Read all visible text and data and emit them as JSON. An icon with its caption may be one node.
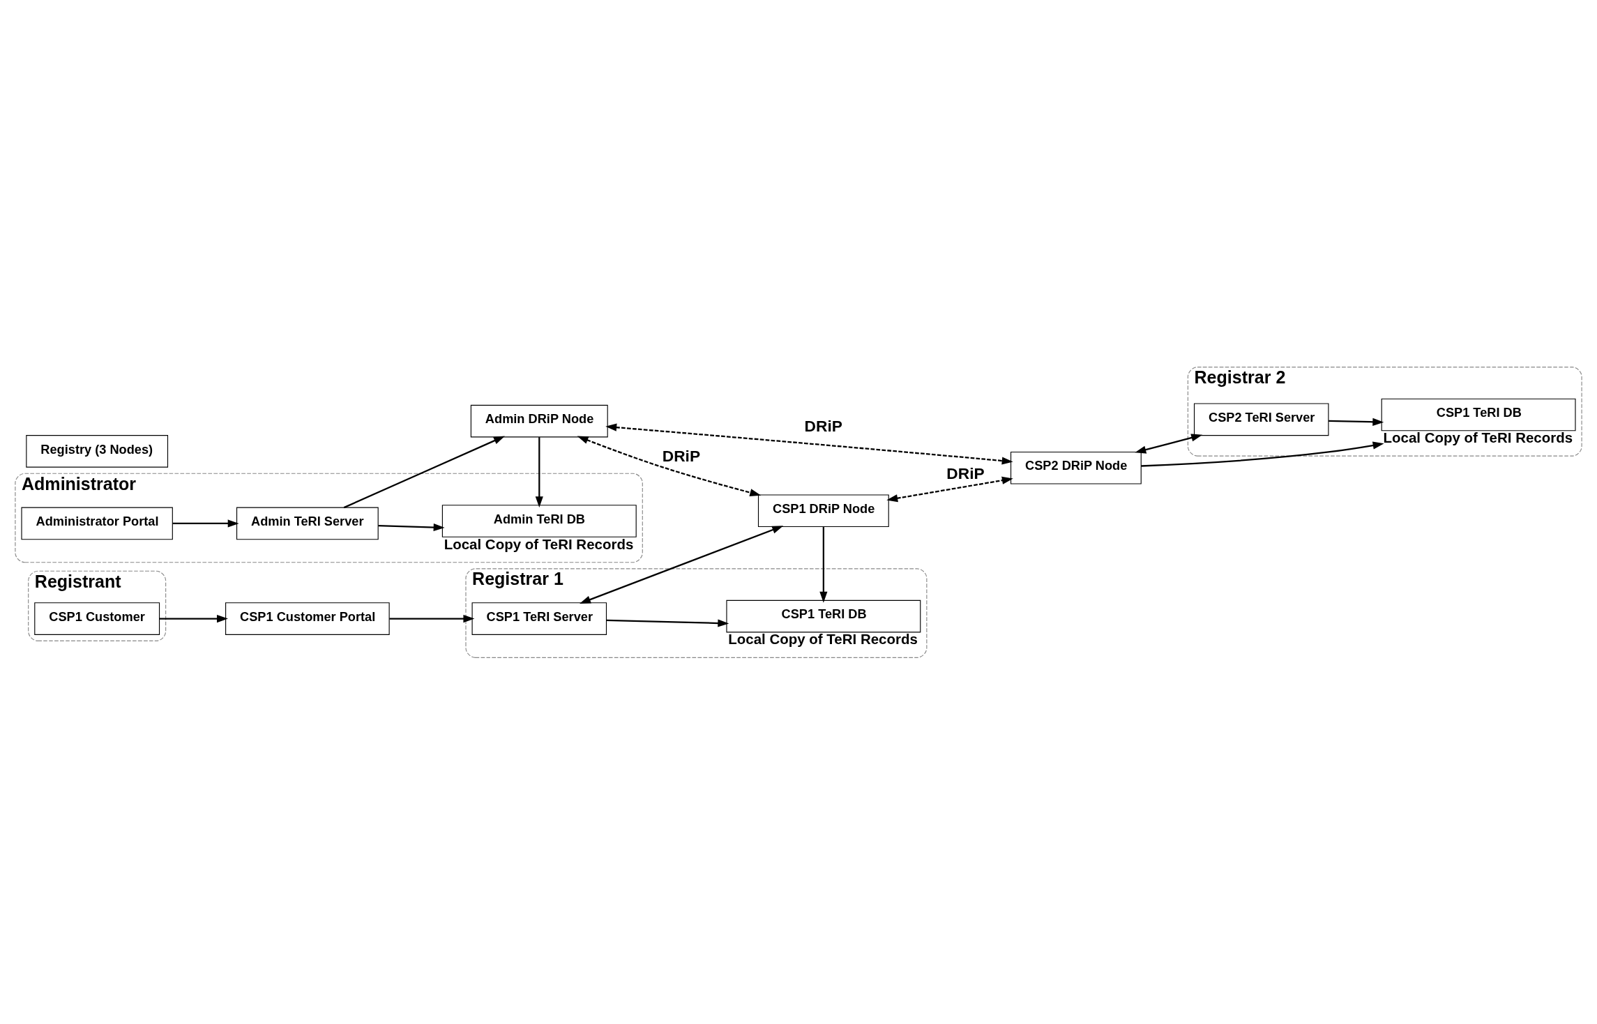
{
  "diagram": {
    "nodes": [
      {
        "text": [
          "Administrator"
        ]
      },
      {
        "text": [
          "Administrator Portal"
        ],
        "in": 0
      },
      {
        "text": [
          "Admin TeRI DB"
        ],
        "in": 0,
        "beside": [
          "Local Copy of TeRI Records"
        ]
      },
      {
        "text": [
          "Admin TeRI Server"
        ],
        "in": 0
      },
      {
        "text": [
          "Registry (3 Nodes)"
        ]
      },
      {
        "text": [
          "Admin DRiP Node"
        ]
      },
      {
        "text": [
          "Registrant"
        ]
      },
      {
        "text": [
          "CSP1 Customer"
        ],
        "in": 6
      },
      {
        "text": [
          "CSP1 Customer Portal"
        ]
      },
      {
        "text": [
          "Registrar 1"
        ]
      },
      {
        "text": [
          "CSP1 TeRI Server"
        ],
        "in": 9
      },
      {
        "text": [
          "CSP1 DRiP Node"
        ]
      },
      {
        "text": [
          "CSP1 TeRI DB"
        ],
        "in": 9,
        "beside": [
          "Local Copy of TeRI Records"
        ]
      },
      {
        "text": [
          "Registrar 2"
        ]
      },
      {
        "text": [
          "CSP2 DRiP Node"
        ]
      },
      {
        "text": [
          "CSP2 TeRI Server"
        ],
        "in": 13
      },
      {
        "text": [
          "CSP1 TeRI DB"
        ],
        "in": 13,
        "beside": [
          "Local Copy of TeRI Records"
        ]
      }
    ],
    "edges": [
      {
        "from": 1,
        "to": 3,
        "arrow": "to"
      },
      {
        "from": 3,
        "to": 2,
        "arrow": "to"
      },
      {
        "from": 3,
        "to": 5,
        "arrow": "to"
      },
      {
        "from": 5,
        "to": 2,
        "arrow": "to"
      },
      {
        "from": 5,
        "to": 11,
        "arrow": "both",
        "style": "dashed",
        "label": "DRiP"
      },
      {
        "from": 5,
        "to": 14,
        "arrow": "both",
        "style": "dashed",
        "label": "DRiP"
      },
      {
        "from": 11,
        "to": 14,
        "arrow": "both",
        "style": "dashed",
        "label": "DRiP"
      },
      {
        "from": 7,
        "to": 8,
        "arrow": "to"
      },
      {
        "from": 8,
        "to": 10,
        "arrow": "to"
      },
      {
        "from": 10,
        "to": 11,
        "arrow": "both"
      },
      {
        "from": 10,
        "to": 12,
        "arrow": "to"
      },
      {
        "from": 11,
        "to": 12,
        "arrow": "to"
      },
      {
        "from": 14,
        "to": 15,
        "arrow": "both"
      },
      {
        "from": 14,
        "to": 16,
        "arrow": "to"
      },
      {
        "from": 15,
        "to": 16,
        "arrow": "to"
      }
    ]
  }
}
